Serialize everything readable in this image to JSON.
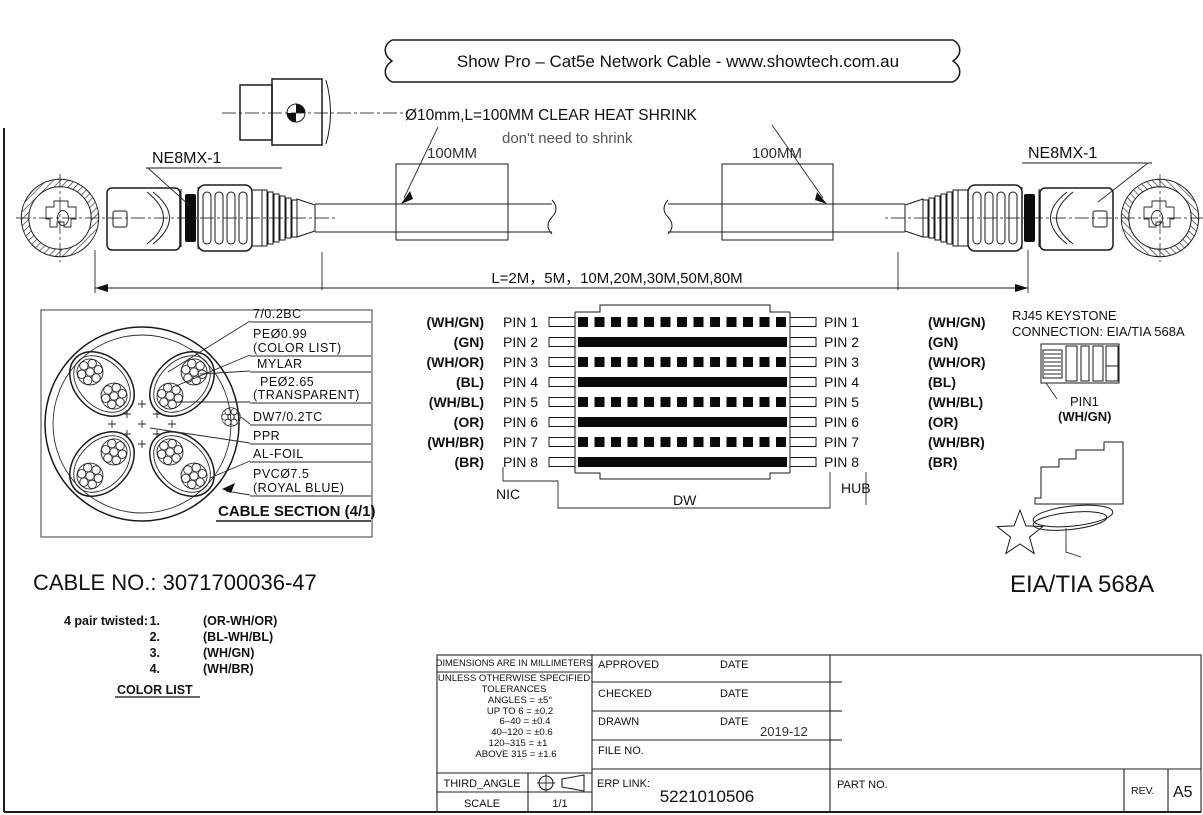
{
  "banner": {
    "label": "Show Pro – Cat5e Network Cable - www.showtech.com.au"
  },
  "heat_shrink": {
    "note": "Ø10mm,L=100MM CLEAR HEAT SHRINK",
    "sub_note": "don't need to shrink",
    "left_dim": "100MM",
    "right_dim": "100MM"
  },
  "connectors": {
    "left_label": "NE8MX-1",
    "right_label": "NE8MX-1"
  },
  "length_options": "L=2M，5M，10M,20M,30M,50M,80M",
  "cable_section": {
    "callouts": [
      "7/0.2BC",
      "PEØ0.99",
      "(COLOR LIST)",
      "MYLAR",
      "PEØ2.65",
      "(TRANSPARENT)",
      "DW7/0.2TC",
      "PPR",
      "AL-FOIL",
      "PVCØ7.5",
      "(ROYAL BLUE)"
    ],
    "title": "CABLE SECTION (4/1)"
  },
  "pinout": {
    "left_labels": [
      "(WH/GN)",
      "(GN)",
      "(WH/OR)",
      "(BL)",
      "(WH/BL)",
      "(OR)",
      "(WH/BR)",
      "(BR)"
    ],
    "right_labels": [
      "(WH/GN)",
      "(GN)",
      "(WH/OR)",
      "(BL)",
      "(WH/BL)",
      "(OR)",
      "(WH/BR)",
      "(BR)"
    ],
    "left_pins": [
      "PIN 1",
      "PIN 2",
      "PIN 3",
      "PIN 4",
      "PIN 5",
      "PIN 6",
      "PIN 7",
      "PIN 8"
    ],
    "right_pins": [
      "PIN 1",
      "PIN 2",
      "PIN 3",
      "PIN 4",
      "PIN 5",
      "PIN 6",
      "PIN 7",
      "PIN 8"
    ],
    "end_left": "NIC",
    "center": "DW",
    "end_right": "HUB"
  },
  "rj45": {
    "title_line1": "RJ45 KEYSTONE",
    "title_line2": "CONNECTION: EIA/TIA 568A",
    "pin1_label": "PIN1",
    "pin1_color": "(WH/GN)",
    "standard": "EIA/TIA 568A"
  },
  "cable_no": "CABLE NO.: 3071700036-47",
  "color_list": {
    "heading": "4 pair twisted:",
    "items": [
      {
        "num": "1.",
        "colors": "(OR-WH/OR)"
      },
      {
        "num": "2.",
        "colors": "(BL-WH/BL)"
      },
      {
        "num": "3.",
        "colors": "(WH/GN)"
      },
      {
        "num": "4.",
        "colors": "(WH/BR)"
      }
    ],
    "title": "COLOR LIST"
  },
  "title_block": {
    "dims_note": "DIMENSIONS ARE IN MILLIMETERS",
    "unless": "UNLESS OTHERWISE SPECIFIED",
    "tolerances_title": "TOLERANCES",
    "tol_lines": [
      "ANGLES = ±5°",
      "UP TO 6 = ±0.2",
      "6–40 = ±0.4",
      "40–120 = ±0.6",
      "120–315 = ±1",
      "ABOVE 315 = ±1.6"
    ],
    "third_angle": "THIRD_ANGLE",
    "scale_label": "SCALE",
    "scale_value": "1/1",
    "approved_label": "APPROVED",
    "checked_label": "CHECKED",
    "drawn_label": "DRAWN",
    "date_label1": "DATE",
    "date_label2": "DATE",
    "date_label3": "DATE",
    "drawn_date": "2019-12",
    "file_no_label": "FILE NO.",
    "erp_label": "ERP LINK:",
    "erp_value": "5221010506",
    "part_no_label": "PART NO.",
    "rev_label": "REV.",
    "rev_value": "A5"
  }
}
